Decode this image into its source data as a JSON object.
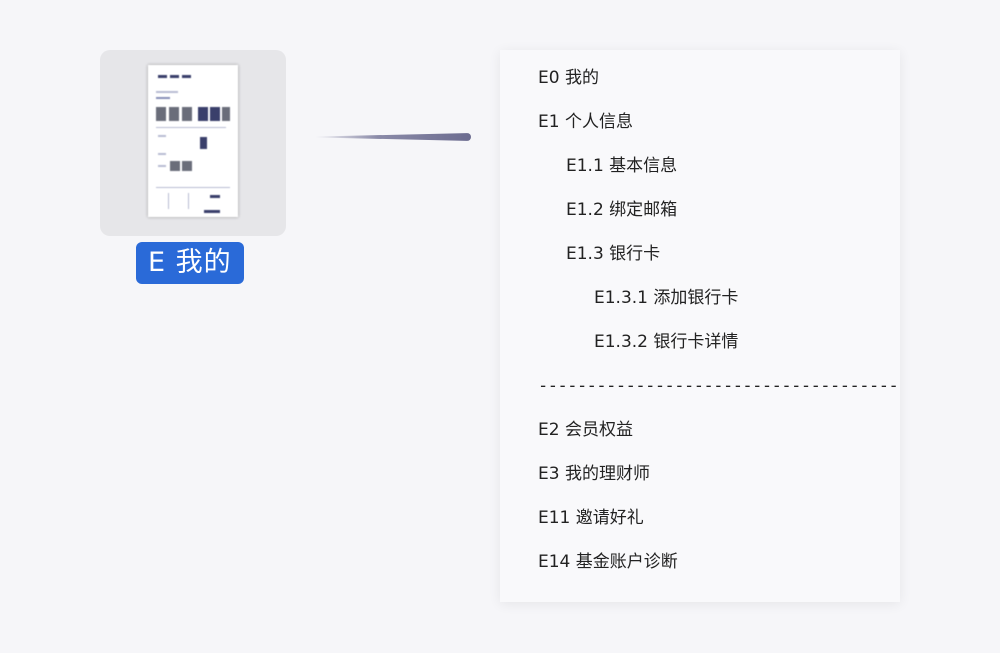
{
  "page": {
    "badge_label": "E 我的"
  },
  "sitemap": {
    "items": [
      {
        "label": "E0 我的"
      },
      {
        "label": "E1 个人信息"
      },
      {
        "label": "E1.1 基本信息"
      },
      {
        "label": "E1.2 绑定邮箱"
      },
      {
        "label": "E1.3 银行卡"
      },
      {
        "label": "E1.3.1 添加银行卡"
      },
      {
        "label": "E1.3.2 银行卡详情"
      },
      {
        "label": "---------------------------------------"
      },
      {
        "label": "E2 会员权益"
      },
      {
        "label": "E3 我的理财师"
      },
      {
        "label": "E11 邀请好礼"
      },
      {
        "label": "E14 基金账户诊断"
      }
    ]
  },
  "colors": {
    "background": "#f6f6f9",
    "badge": "#2a6ad8",
    "panel": "#f9f9fb",
    "text": "#222222"
  }
}
